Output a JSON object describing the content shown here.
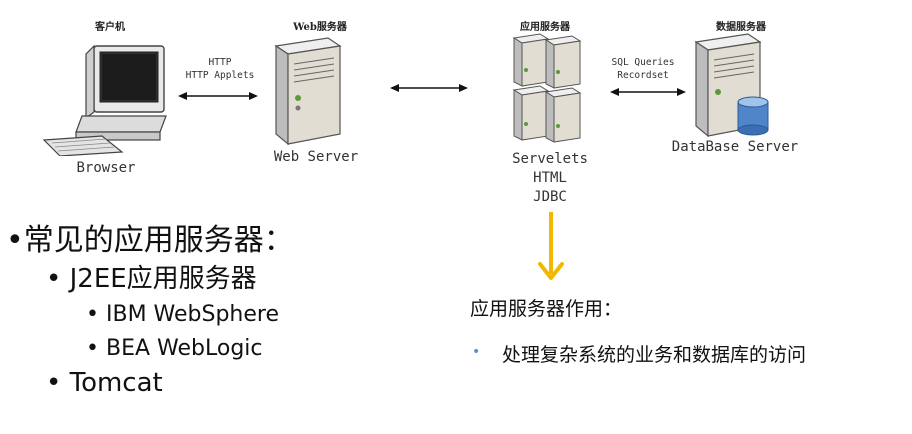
{
  "diagram": {
    "client": {
      "title": "客户机",
      "label": "Browser"
    },
    "web_server": {
      "title": "Web服务器",
      "label": "Web Server"
    },
    "app_server": {
      "title": "应用服务器",
      "labels": [
        "Servelets",
        "HTML",
        "JDBC"
      ]
    },
    "db_server": {
      "title": "数据服务器",
      "label": "DataBase Server"
    },
    "link_client_web": {
      "lines": [
        "HTTP",
        "HTTP Applets"
      ]
    },
    "link_app_db": {
      "lines": [
        "SQL Queries",
        "Recordset"
      ]
    },
    "arrow_color": "#f2b800"
  },
  "left_list": {
    "heading": "常见的应用服务器：",
    "items": [
      {
        "label": "J2EE应用服务器",
        "children": [
          "IBM WebSphere",
          "BEA WebLogic"
        ]
      },
      {
        "label": "Tomcat"
      }
    ]
  },
  "right_panel": {
    "heading": "应用服务器作用：",
    "bullet": "处理复杂系统的业务和数据库的访问"
  }
}
